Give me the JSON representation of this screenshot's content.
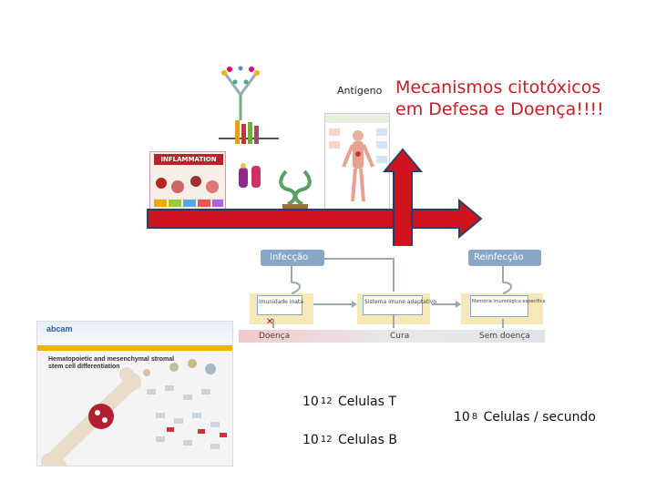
{
  "title": "Mecanismos citotóxicos em Defesa e Doença!!!!",
  "antigen_label": "Antígeno",
  "counts": {
    "t_cells": {
      "base": "10",
      "exp": "12",
      "label": "Celulas T"
    },
    "b_cells": {
      "base": "10",
      "exp": "12",
      "label": "Celulas B"
    },
    "rate": {
      "base": "10",
      "exp": "8",
      "label": "Celulas / secundo"
    }
  },
  "diagram": {
    "infection": "Infecção",
    "reinfection": "Reinfecção",
    "innate": "Imunidade inata",
    "adaptive": "Sistema imune adaptativo",
    "memory": "Memória imunológica específica",
    "disease": "Doença",
    "cure": "Cura",
    "no_disease": "Sem doença"
  },
  "inflammation_banner": "INFLAMMATION",
  "poster": {
    "logo": "abcam",
    "title": "Hematopoietic and mesenchymal stromal stem cell differentiation"
  },
  "colors": {
    "arrow": "#d0131f",
    "arrow_outline": "#2a3f6c",
    "title": "#c0202a",
    "diagram_header": "#8aa6c6"
  }
}
